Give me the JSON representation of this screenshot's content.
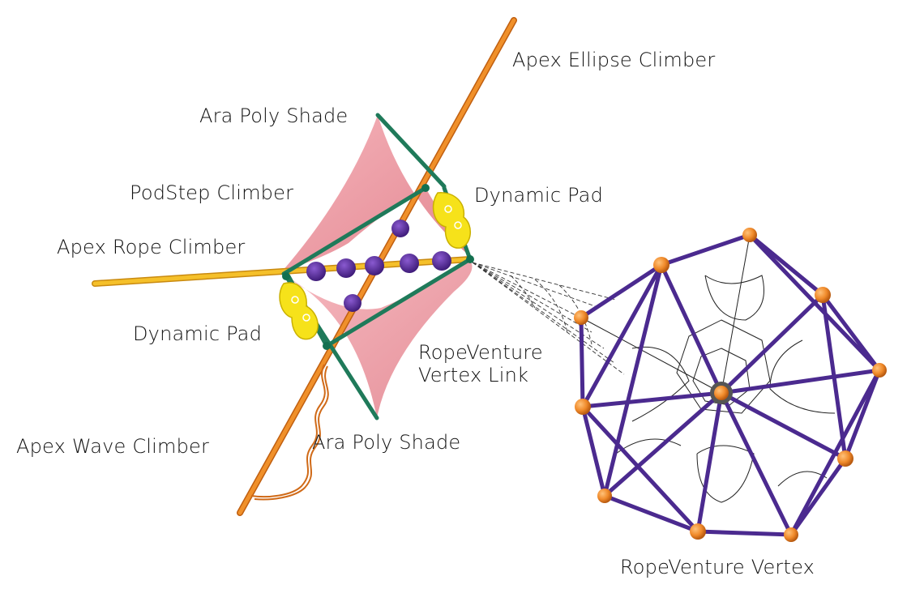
{
  "labels": {
    "apex_ellipse_climber": "Apex Ellipse Climber",
    "ara_poly_shade_top": "Ara Poly Shade",
    "podstep_climber": "PodStep Climber",
    "dynamic_pad_right": "Dynamic Pad",
    "apex_rope_climber": "Apex Rope Climber",
    "dynamic_pad_left": "Dynamic Pad",
    "ropeventure_vertex_link_line1": "RopeVenture",
    "ropeventure_vertex_link_line2": "Vertex Link",
    "apex_wave_climber": "Apex Wave Climber",
    "ara_poly_shade_bottom": "Ara Poly Shade",
    "ropeventure_vertex": "RopeVenture Vertex"
  },
  "colors": {
    "shade_pink": "#e9747f",
    "frame_green": "#1f7a5a",
    "pole_orange": "#e8801f",
    "rope_yellow": "#f2b21c",
    "pod_purple": "#5a2a9a",
    "pad_yellow": "#f6e21a",
    "vertex_purple": "#4b2a8f",
    "vertex_ball": "#f08a2a"
  }
}
